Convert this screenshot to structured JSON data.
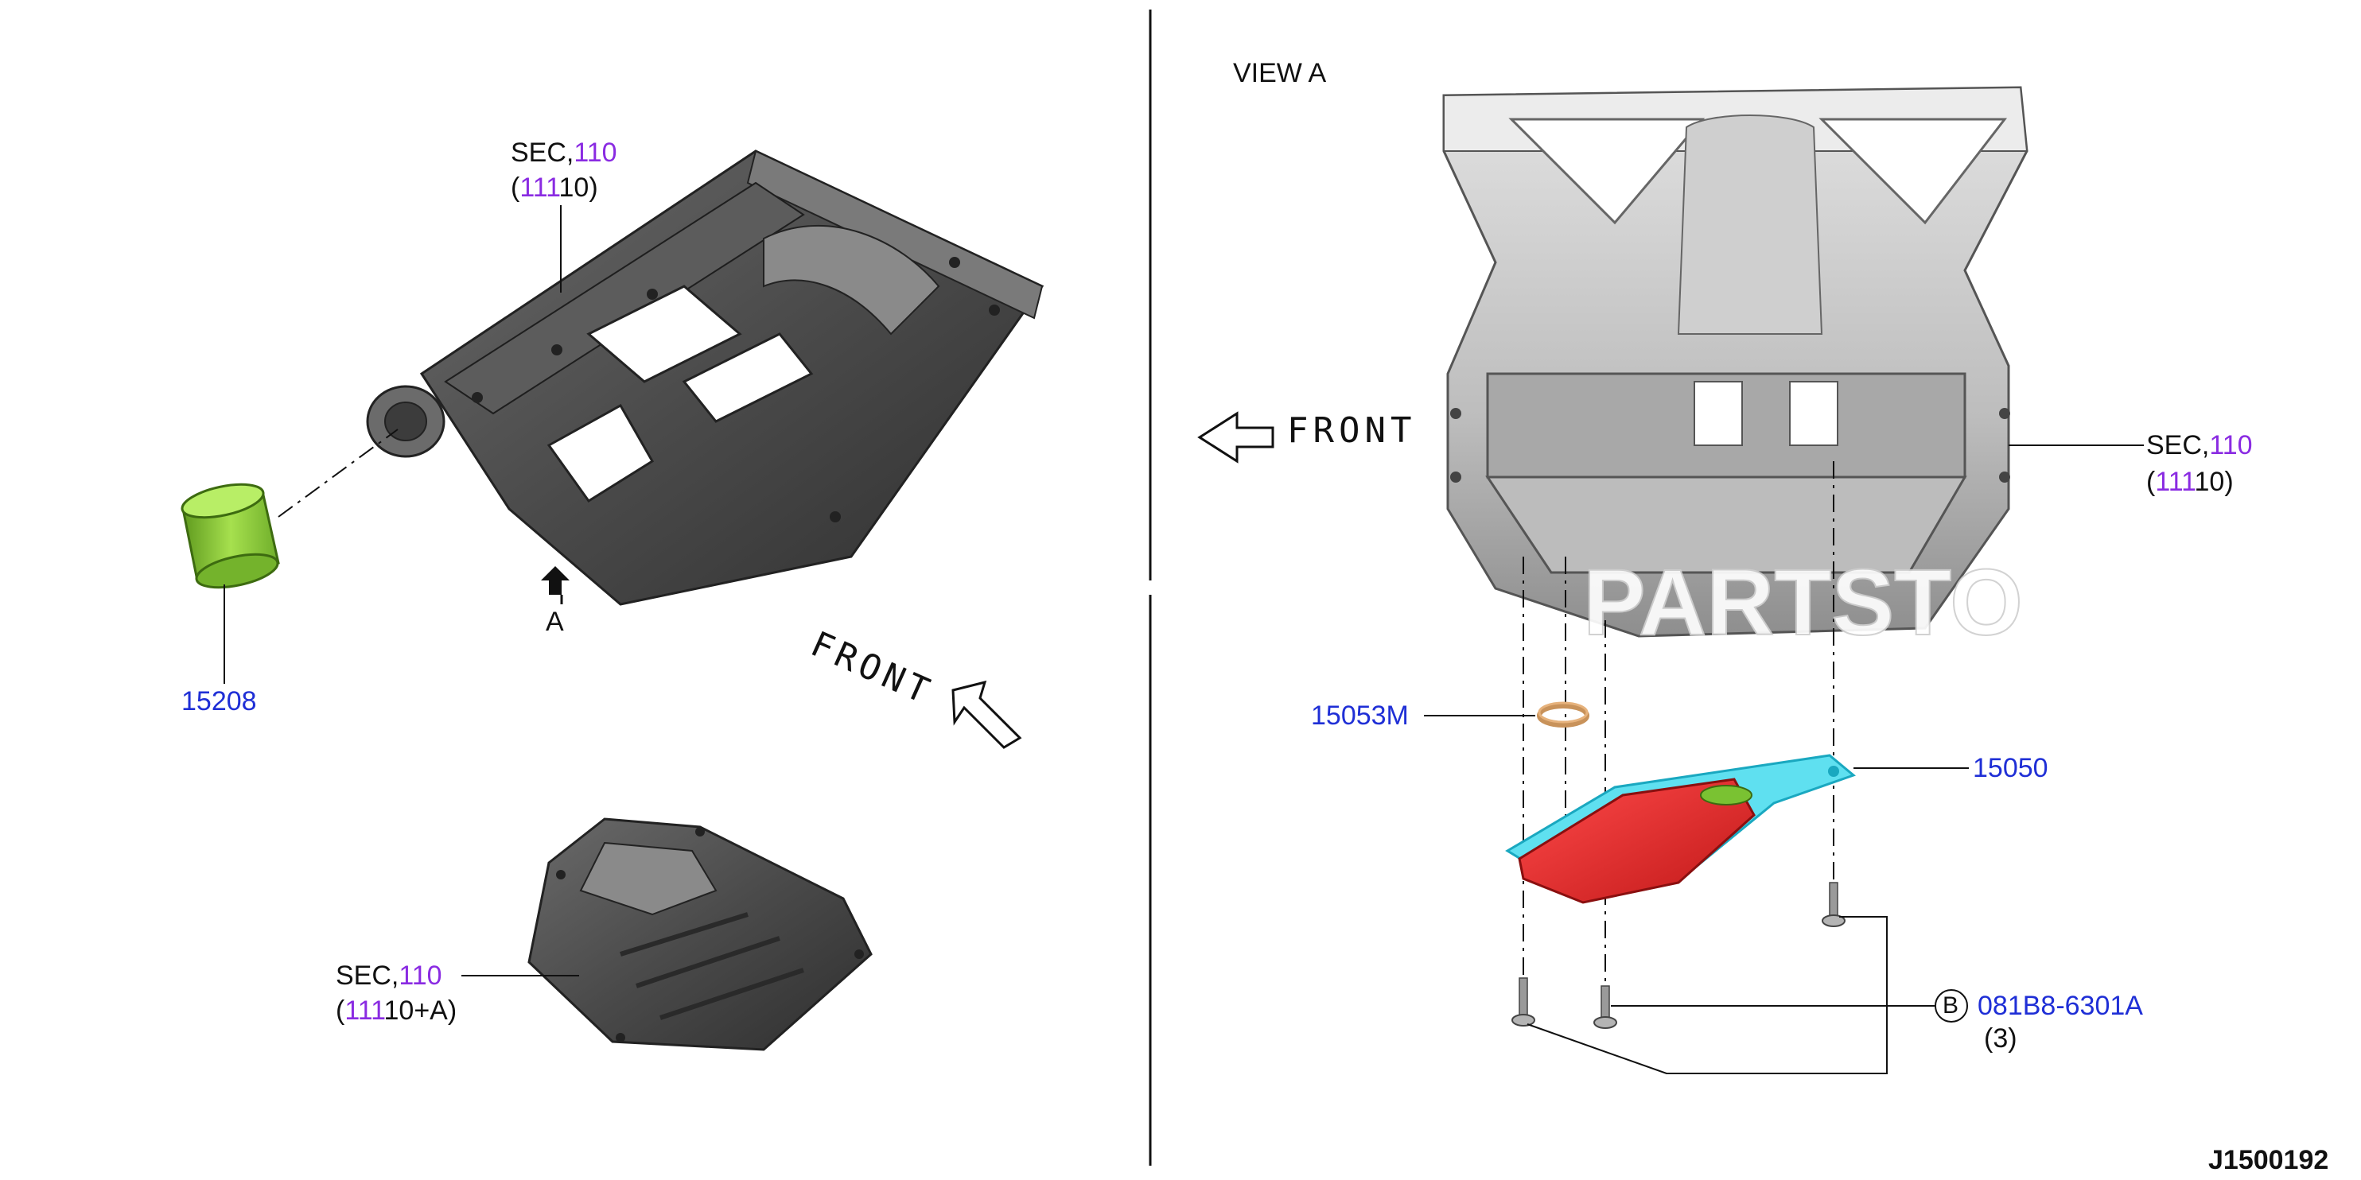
{
  "view_title": "VIEW A",
  "front_left": "FRONT",
  "front_right": "FRONT",
  "arrow_a_label": "A",
  "sec_top": {
    "prefix": "SEC,",
    "num": "110",
    "paren_open": "(",
    "code_purple": "111",
    "code_rest": "10",
    "paren_close": ")"
  },
  "sec_bottom": {
    "prefix": "SEC,",
    "num": "110",
    "paren_open": "(",
    "code_purple": "111",
    "code_rest": "10+A",
    "paren_close": ")"
  },
  "sec_right": {
    "prefix": "SEC,",
    "num": "110",
    "paren_open": "(",
    "code_purple": "111",
    "code_rest": "10",
    "paren_close": ")"
  },
  "parts": {
    "oil_filter": "15208",
    "seal_ring": "15053M",
    "strainer": "15050",
    "bolt_marker": "B",
    "bolt": "081B8-6301A",
    "bolt_qty": "(3)"
  },
  "watermark": "PARTSTO",
  "diagram_code": "J1500192",
  "colors": {
    "part_link": "#1f2fd6",
    "sec_link": "#8a2be2",
    "filter_green": "#8ccc3a",
    "strainer_red": "#e02a2a",
    "strainer_cyan": "#5fe0f0",
    "metal_dark": "#555555",
    "metal_light": "#c8c8c8"
  }
}
